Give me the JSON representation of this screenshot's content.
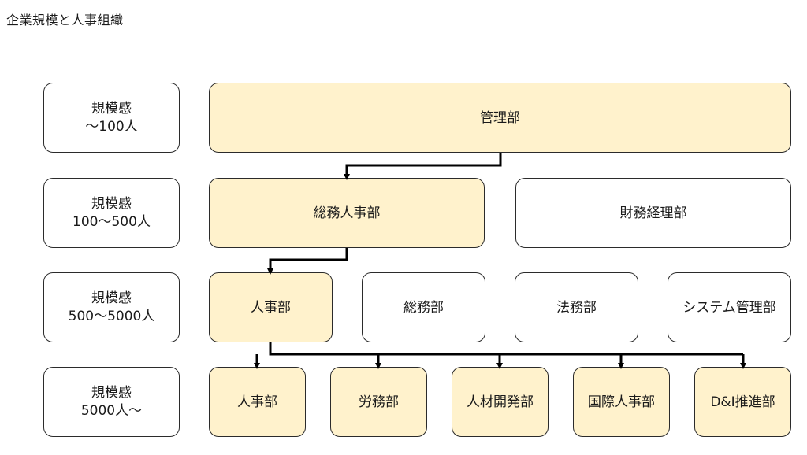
{
  "title": "企業規模と人事組織",
  "rows": [
    {
      "label_line1": "規模感",
      "label_line2": "～100人"
    },
    {
      "label_line1": "規模感",
      "label_line2": "100～500人"
    },
    {
      "label_line1": "規模感",
      "label_line2": "500～5000人"
    },
    {
      "label_line1": "規模感",
      "label_line2": "5000人～"
    }
  ],
  "row1": {
    "kanri": "管理部"
  },
  "row2": {
    "soumu_jinji": "総務人事部",
    "zaimu": "財務経理部"
  },
  "row3": {
    "jinji": "人事部",
    "soumu": "総務部",
    "houmu": "法務部",
    "system": "システム管理部"
  },
  "row4": {
    "jinji": "人事部",
    "roumu": "労務部",
    "jinzai": "人材開発部",
    "kokusai": "国際人事部",
    "dei": "D&I推進部"
  },
  "colors": {
    "highlight": "#fff2cc",
    "border": "#2b2b2b",
    "line": "#000000"
  }
}
